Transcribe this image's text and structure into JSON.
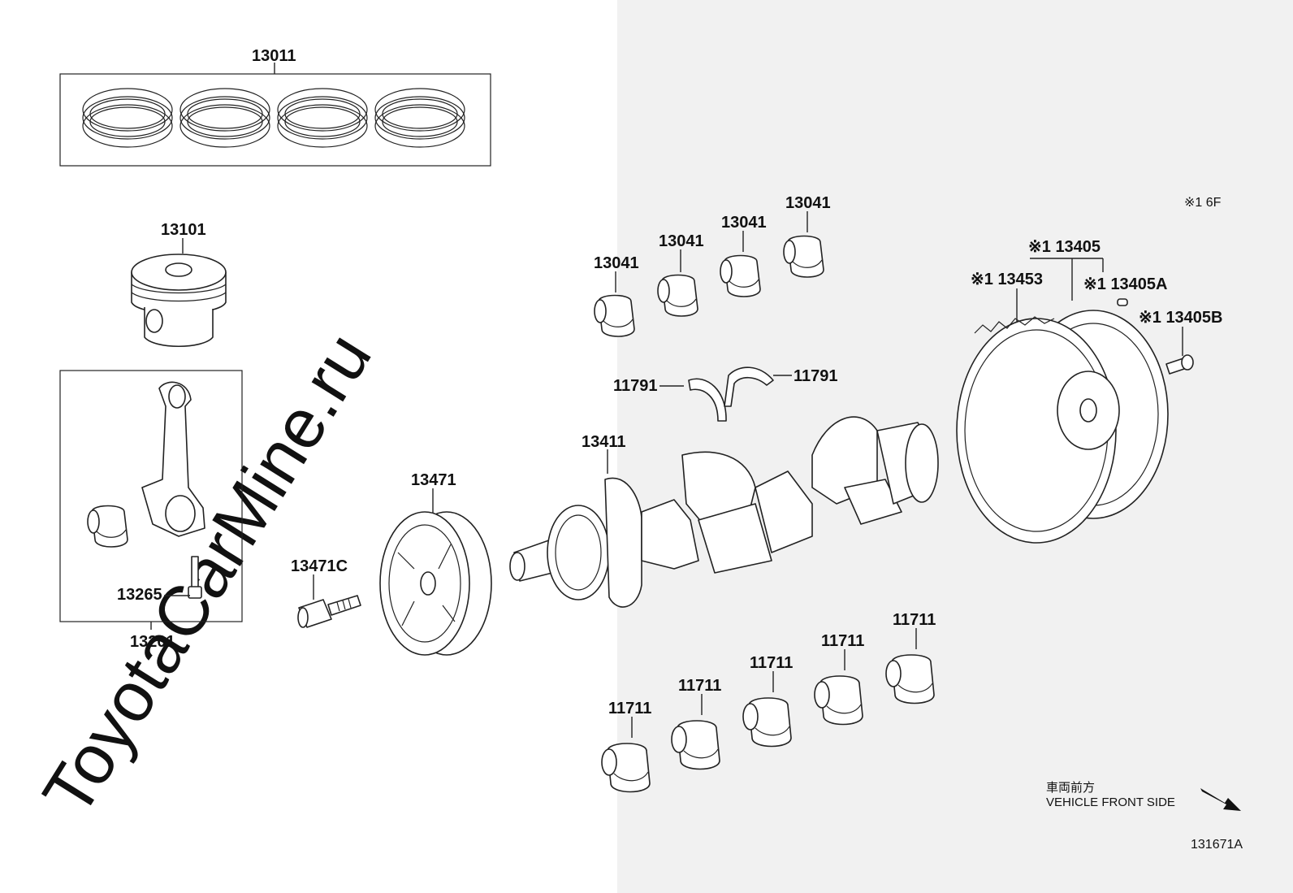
{
  "watermark": "ToyotaCarMine.ru",
  "diagram_code": "131671A",
  "note_top_right": "※1 6F",
  "direction": {
    "label_jp": "車両前方",
    "label_en": "VEHICLE FRONT SIDE"
  },
  "parts": {
    "piston_ring_set": "13011",
    "piston": "13101",
    "connecting_rod_assy": "13201",
    "connecting_rod_bolt": "13265",
    "crankshaft_pulley_bolt": "13471C",
    "crankshaft_pulley": "13471",
    "crankshaft": "13411",
    "connecting_rod_bearing_1": "13041",
    "connecting_rod_bearing_2": "13041",
    "connecting_rod_bearing_3": "13041",
    "connecting_rod_bearing_4": "13041",
    "thrust_washer_left": "11791",
    "thrust_washer_right": "11791",
    "main_bearing_1": "11711",
    "main_bearing_2": "11711",
    "main_bearing_3": "11711",
    "main_bearing_4": "11711",
    "main_bearing_5": "11711",
    "flywheel_sub_assy": "※1 13405",
    "ring_gear": "※1 13453",
    "flywheel_pin": "※1 13405A",
    "flywheel_bolt": "※1 13405B"
  }
}
